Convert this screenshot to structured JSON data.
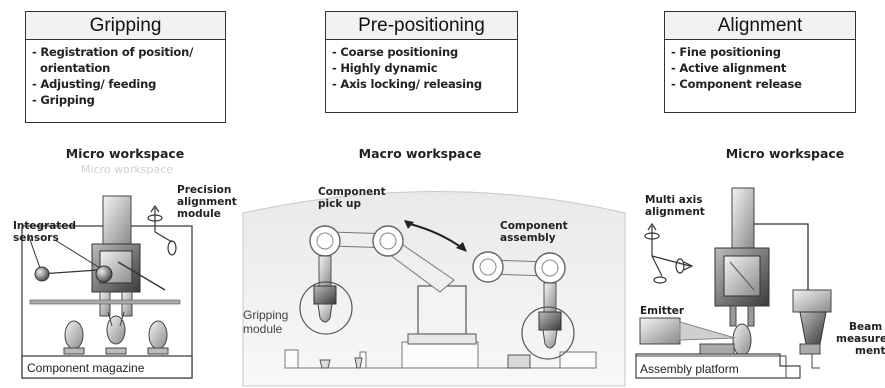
{
  "phases": [
    {
      "title": "Gripping",
      "items": [
        "- Registration of position/",
        "orientation",
        "- Adjusting/ feeding",
        "- Gripping"
      ]
    },
    {
      "title": "Pre-positioning",
      "items": [
        "- Coarse positioning",
        "- Highly dynamic",
        "- Axis locking/ releasing"
      ]
    },
    {
      "title": "Alignment",
      "items": [
        "- Fine positioning",
        "- Active alignment",
        "- Component release"
      ]
    }
  ],
  "workspaces": {
    "left": "Micro workspace",
    "left_ghost": "Micro workspace",
    "center": "Macro workspace",
    "right": "Micro workspace"
  },
  "labels": {
    "precision": [
      "Precision",
      "alignment",
      "module"
    ],
    "sensors": [
      "Integrated",
      "sensors"
    ],
    "magazine": "Component magazine",
    "pickup": [
      "Component",
      "pick up"
    ],
    "assembly": [
      "Component",
      "assembly"
    ],
    "gripping_module": [
      "Gripping",
      "module"
    ],
    "multi_axis": [
      "Multi axis",
      "alignment"
    ],
    "emitter": "Emitter",
    "beam": [
      "Beam",
      "measure-",
      "ment"
    ],
    "platform": "Assembly platform"
  }
}
